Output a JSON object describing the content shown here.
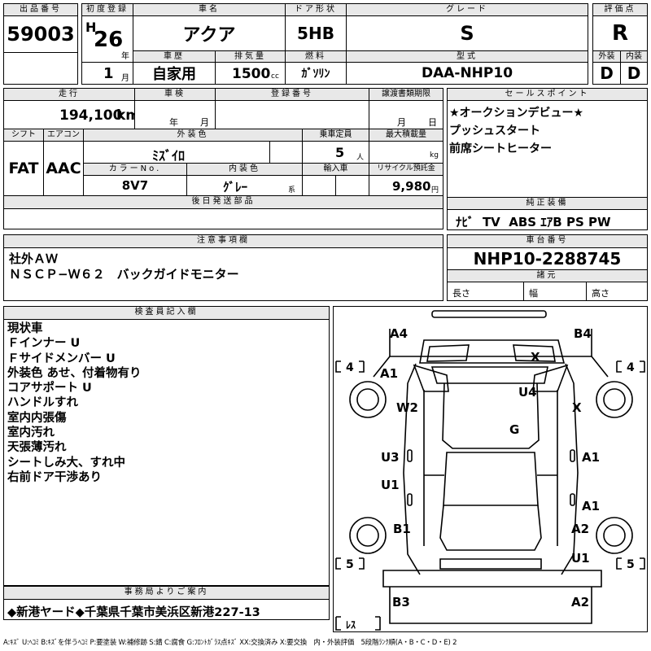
{
  "header": {
    "lot_label": "出品番号",
    "lot_value": "59003",
    "first_reg_label": "初度登録",
    "era": "H",
    "reg_year": "26",
    "year_unit": "年",
    "reg_month": "1",
    "month_unit": "月",
    "name_label": "車名",
    "name_value": "アクア",
    "door_label": "ドア形状",
    "door_value": "5HB",
    "grade_label": "グレード",
    "grade_value": "S",
    "score_label": "評価点",
    "score_value": "R",
    "exterior_label": "外装",
    "exterior_value": "D",
    "interior_label": "内装",
    "interior_value": "D",
    "history_label": "車歴",
    "history_value": "自家用",
    "displacement_label": "排気量",
    "displacement_value": "1500",
    "displacement_unit": "cc",
    "fuel_label": "燃料",
    "fuel_value": "ｶﾞｿﾘﾝ",
    "model_label": "型式",
    "model_value": "DAA-NHP10"
  },
  "details": {
    "mileage_label": "走行",
    "mileage_value": "194,100",
    "mileage_unit": "km",
    "inspection_label": "車検",
    "inspection_year_unit": "年",
    "inspection_month_unit": "月",
    "regno_label": "登録番号",
    "transfer_label": "譲渡書類期限",
    "transfer_month_unit": "月",
    "transfer_day_unit": "日",
    "shift_label": "シフト",
    "shift_value": "FAT",
    "ac_label": "エアコン",
    "ac_value": "AAC",
    "exterior_color_label": "外装色",
    "exterior_color_value": "ﾐｽﾞｲﾛ",
    "capacity_label": "乗車定員",
    "capacity_value": "5",
    "capacity_unit": "人",
    "max_load_label": "最大積載量",
    "max_load_unit": "kg",
    "color_no_label": "カラーNo.",
    "color_no_value": "8V7",
    "interior_color_label": "内装色",
    "interior_color_value": "ｸﾞﾚｰ",
    "interior_color_unit": "系",
    "import_label": "輸入車",
    "recycle_label": "リサイクル預託金",
    "recycle_value": "9,980",
    "recycle_unit": "円",
    "later_parts_label": "後日発送部品"
  },
  "sales_points": {
    "label": "セールスポイント",
    "items": [
      "★オークションデビュー★",
      "プッシュスタート",
      "前席シートヒーター"
    ]
  },
  "equipment": {
    "label": "純正装備",
    "value": "ﾅﾋﾞ  TV  ABS ｴｱB PS PW"
  },
  "notes": {
    "label": "注意事項欄",
    "lines": [
      "社外ＡＷ",
      "ＮＳＣＰ−Ｗ６２　バックガイドモニター"
    ]
  },
  "chassis": {
    "label": "車台番号",
    "value": "NHP10-2288745",
    "dims_label": "諸元",
    "length_label": "長さ",
    "width_label": "幅",
    "height_label": "高さ"
  },
  "inspector": {
    "label": "検査員記入欄",
    "lines": [
      "現状車",
      "Ｆインナー U",
      "Ｆサイドメンバー U",
      "外装色 あせ、付着物有り",
      "コアサポート U",
      "ハンドルすれ",
      "室内内張傷",
      "室内汚れ",
      "天張薄汚れ",
      "シートしみ大、すれ中",
      "右前ドア干渉あり"
    ]
  },
  "diagram": {
    "marks": {
      "a4": "A4",
      "b4": "B4",
      "x_windshield": "X",
      "a1_front_left": "A1",
      "u4": "U4",
      "w2": "W2",
      "x_front_right": "X",
      "g": "G",
      "u3": "U3",
      "a1_mid_right": "A1",
      "u1_left": "U1",
      "a1_rear_right": "A1",
      "b1": "B1",
      "a2_right": "A2",
      "u1_right": "U1",
      "b3": "B3",
      "a2_rear": "A2"
    },
    "tire_labels": {
      "front_left": "4",
      "front_right": "4",
      "rear_left": "5",
      "rear_right": "5",
      "spare": "ﾚｽ"
    }
  },
  "office": {
    "label": "事務局よりご案内",
    "value": "◆新港ヤード◆千葉県千葉市美浜区新港227-13"
  },
  "legend": "A:ｷｽﾞ U:ﾍｺﾐ B:ｷｽﾞを伴うﾍｺﾐ P:要塗装 W:補修跡 S:錆 C:腐食 G:ﾌﾛﾝﾄｶﾞﾗｽ点ｷｽﾞ XX:交換済み X:要交換　内・外装評価　5段階ﾗﾝｸ順(A・B・C・D・E) 2"
}
